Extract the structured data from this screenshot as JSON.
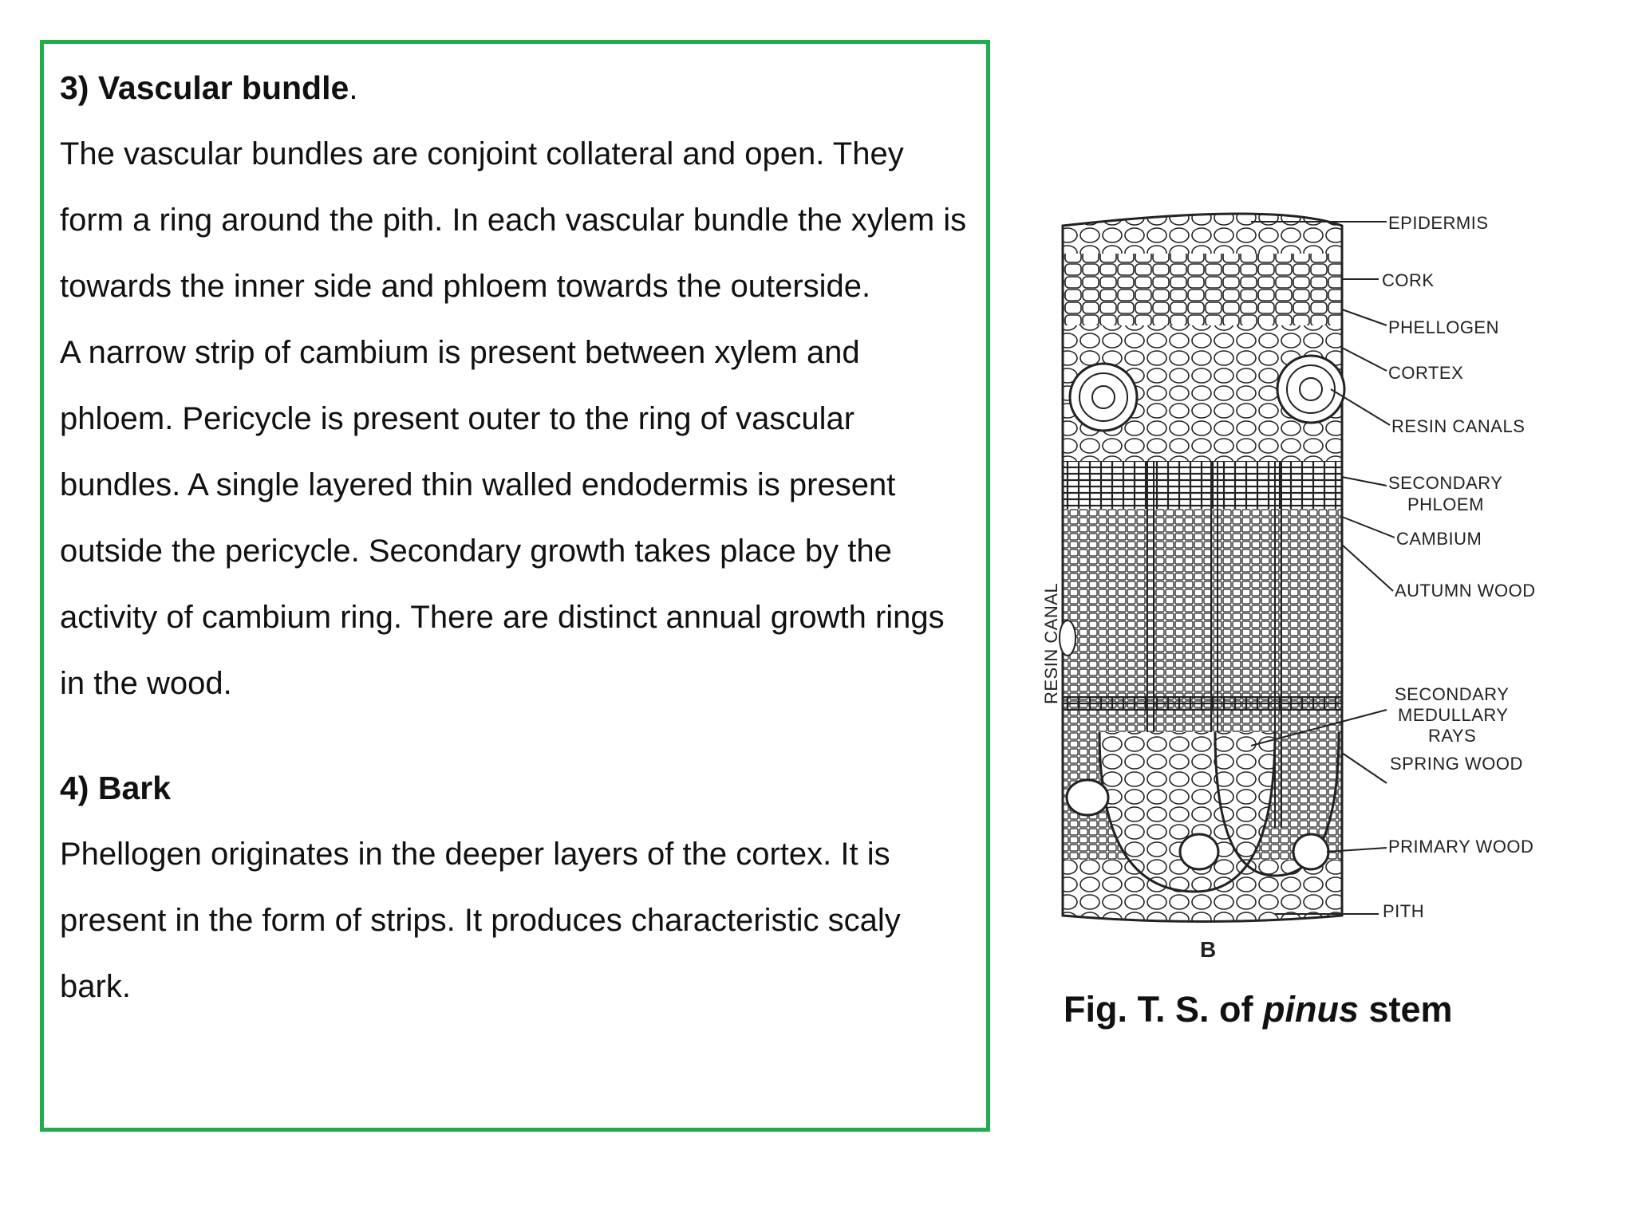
{
  "sections": [
    {
      "heading": "3) Vascular bundle",
      "heading_suffix": ".",
      "paragraphs": [
        "The vascular bundles are conjoint collateral and open. They form a ring around the pith. In each vascular bundle the xylem is towards the inner side and phloem towards the outerside.",
        "A narrow strip of cambium is present between xylem and phloem. Pericycle is present outer to the ring of vascular bundles. A single layered thin walled endodermis is  present outside the pericycle. Secondary growth takes place by the activity of cambium ring. There are distinct annual growth rings in the wood."
      ]
    },
    {
      "heading": "4) Bark",
      "paragraphs": [
        "Phellogen originates in the deeper layers of the cortex. It is present in the form of strips. It produces characteristic scaly bark."
      ]
    }
  ],
  "figure": {
    "labels": {
      "epidermis": "EPIDERMIS",
      "cork": "CORK",
      "phellogen": "PHELLOGEN",
      "cortex": "CORTEX",
      "resin_canals": "RESIN CANALS",
      "secondary_phloem_1": "SECONDARY",
      "secondary_phloem_2": "PHLOEM",
      "cambium": "CAMBIUM",
      "autumn_wood": "AUTUMN WOOD",
      "medullary_1": "SECONDARY",
      "medullary_2": "MEDULLARY",
      "medullary_3": "RAYS",
      "spring_wood": "SPRING WOOD",
      "primary_wood": "PRIMARY WOOD",
      "pith": "PITH",
      "resin_canal": "RESIN CANAL",
      "panel_letter": "B"
    },
    "caption_prefix": "Fig. T. S. of ",
    "caption_italic": "pinus",
    "caption_suffix": " stem"
  },
  "colors": {
    "border": "#1fae4b",
    "text": "#111111"
  }
}
